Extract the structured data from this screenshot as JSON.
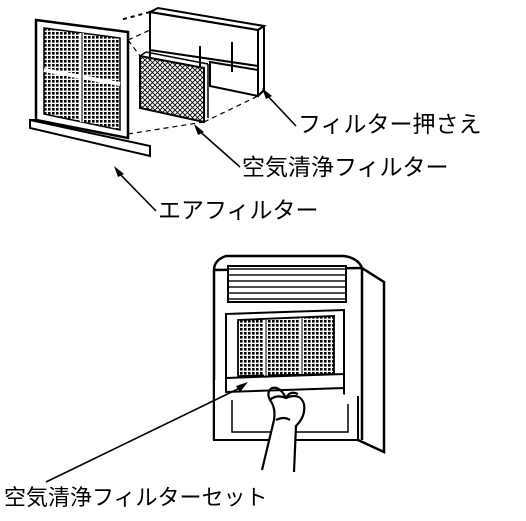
{
  "labels": {
    "filter_holder": "フィルター押さえ",
    "air_purifying_filter": "空気清浄フィルター",
    "air_filter": "エアフィルター",
    "air_purifying_filter_set": "空気清浄フィルターセット"
  }
}
